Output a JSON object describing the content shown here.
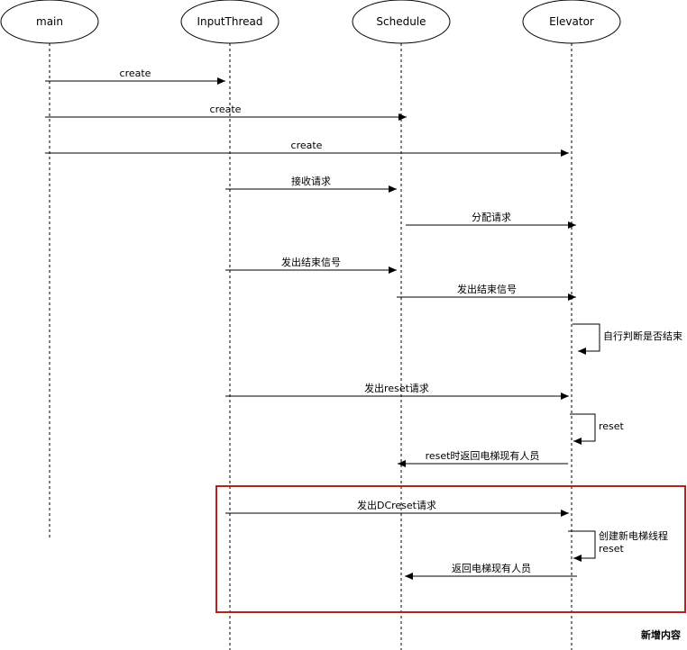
{
  "lifelines": [
    {
      "id": "main",
      "label": "main"
    },
    {
      "id": "input",
      "label": "InputThread"
    },
    {
      "id": "schedule",
      "label": "Schedule"
    },
    {
      "id": "elevator",
      "label": "Elevator"
    }
  ],
  "messages": [
    {
      "label": "create"
    },
    {
      "label": "create"
    },
    {
      "label": "create"
    },
    {
      "label": "接收请求"
    },
    {
      "label": "分配请求"
    },
    {
      "label": "发出结束信号"
    },
    {
      "label": "发出结束信号"
    },
    {
      "label": "发出reset请求"
    },
    {
      "label": "reset时返回电梯现有人员"
    },
    {
      "label": "发出DCreset请求"
    },
    {
      "label": "返回电梯现有人员"
    }
  ],
  "self_messages": [
    {
      "lines": [
        "自行判断是否结束"
      ]
    },
    {
      "lines": [
        "reset"
      ]
    },
    {
      "lines": [
        "创建新电梯线程",
        "reset"
      ]
    }
  ],
  "highlight": {
    "note": "新增内容",
    "color": "#b3221b",
    "note_color": "#e00000"
  }
}
